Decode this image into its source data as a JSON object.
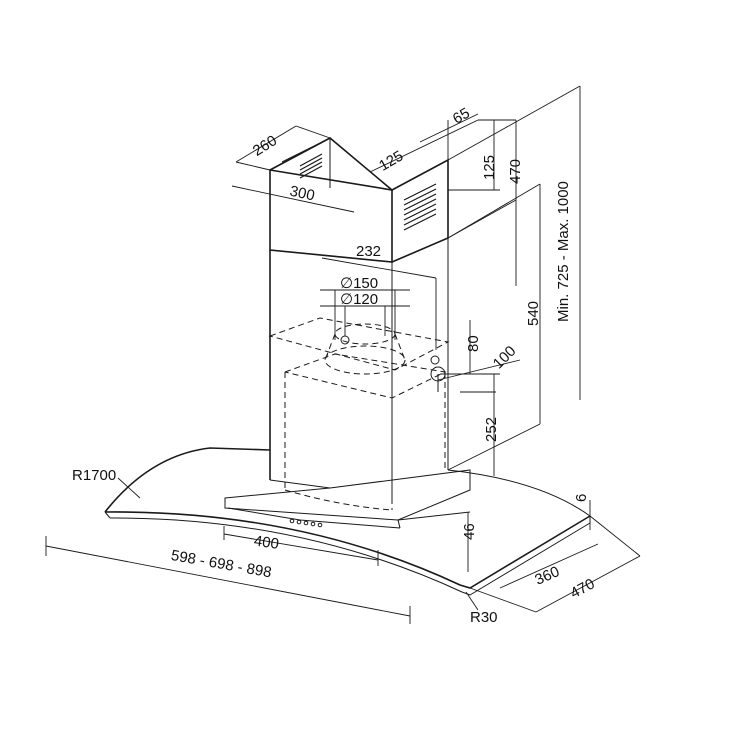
{
  "dimensions": {
    "chimney_depth": "260",
    "chimney_width": "300",
    "chimney_inner_depth": "125",
    "chimney_side_depth": "65",
    "top_flap_height": "125",
    "upper_height": "470",
    "total_height": "Min. 725 - Max. 1000",
    "cutout_width": "232",
    "duct_150": "∅150",
    "duct_120": "∅120",
    "motor_height": "540",
    "outlet_offset": "80",
    "fixing_offset": "100",
    "lower_height": "252",
    "glass_thickness": "6",
    "glass_rise": "46",
    "control_width": "400",
    "hood_widths": "598 - 698 - 898",
    "glass_depth": "360",
    "hood_depth": "470",
    "glass_radius": "R1700",
    "corner_radius": "R30"
  },
  "colors": {
    "line": "#1a1a1a",
    "background": "#ffffff"
  }
}
